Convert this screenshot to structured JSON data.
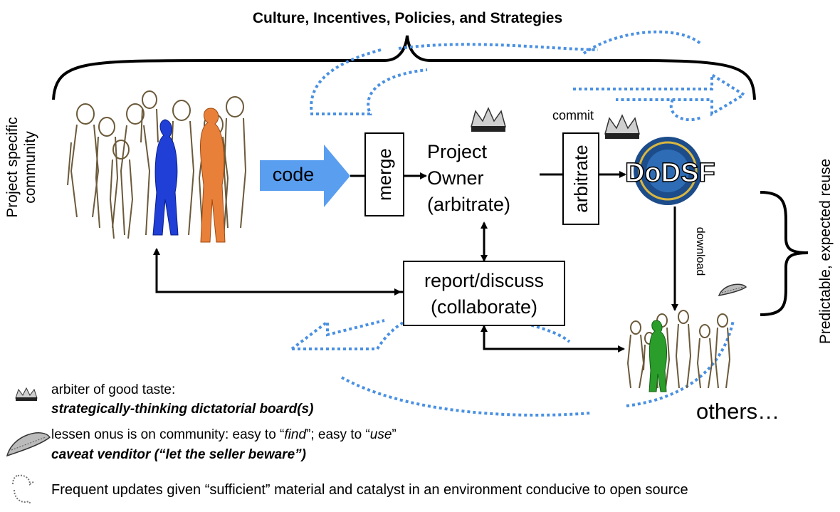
{
  "header": {
    "title": "Culture, Incentives, Policies, and Strategies"
  },
  "left_label": {
    "line1": "Project specific",
    "line2": "community"
  },
  "right_label": "Predictable, expected reuse",
  "flow": {
    "code": "code",
    "merge": "merge",
    "project_owner": {
      "line1": "Project",
      "line2": "Owner",
      "line3": "(arbitrate)"
    },
    "commit": "commit",
    "arbitrate": "arbitrate",
    "dodsf": "DoDSF",
    "download": "download",
    "report": {
      "line1": "report/discuss",
      "line2": "(collaborate)"
    },
    "others": "others…"
  },
  "legend": {
    "crown": {
      "icon": "crown-icon",
      "line1": "arbiter of good taste:",
      "line2": "strategically-thinking dictatorial board(s)"
    },
    "tape": {
      "icon": "tape-measure-icon",
      "line1_a": "lessen onus is on community: easy to “",
      "line1_b": "find",
      "line1_c": "”; easy to “",
      "line1_d": "use",
      "line1_e": "”",
      "line2": "caveat venditor (“let the seller beware”)"
    },
    "cycle": {
      "icon": "cycle-arrows-icon",
      "text": "Frequent updates given “sufficient” material and catalyst in an environment conducive to open source"
    }
  },
  "colors": {
    "code_arrow": "#5a9ef0",
    "dotted": "#4a90e2",
    "blue_figure": "#1f3fd6",
    "orange_figure": "#e8803a",
    "green_figure": "#2a9d2a"
  }
}
